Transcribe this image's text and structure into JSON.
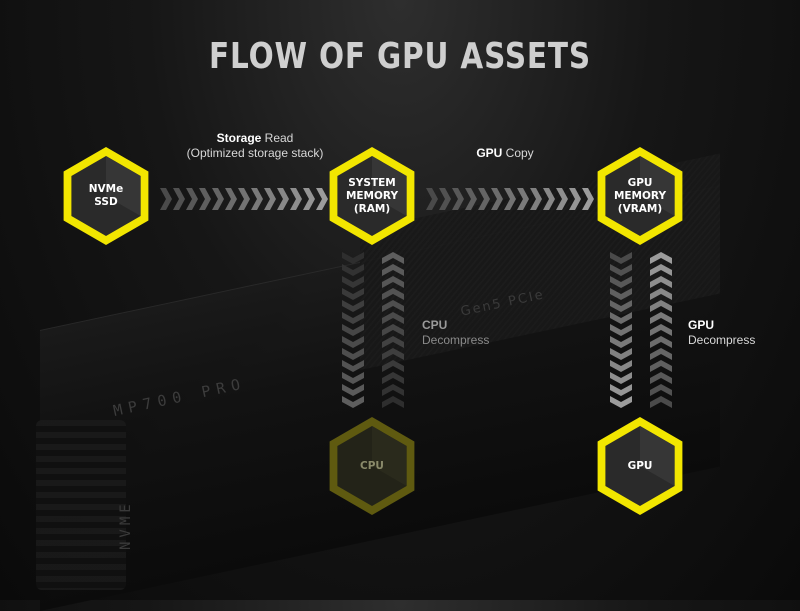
{
  "title": "FLOW OF GPU ASSETS",
  "background": {
    "brand_text": "MP700 PRO",
    "gen_text": "Gen5 PCIe",
    "interface_text": "NVME"
  },
  "colors": {
    "accent": "#f2e600",
    "dim_accent": "#5f5a10",
    "node_fill": "#2a2a2a",
    "chevron_light": "#9c9c9c",
    "chevron_dark": "#4a4a4a"
  },
  "nodes": [
    {
      "id": "nvme-ssd",
      "lines": [
        "NVMe",
        "SSD"
      ],
      "active": true
    },
    {
      "id": "system-memory",
      "lines": [
        "SYSTEM",
        "MEMORY",
        "(RAM)"
      ],
      "active": true
    },
    {
      "id": "gpu-memory",
      "lines": [
        "GPU",
        "MEMORY",
        "(VRAM)"
      ],
      "active": true
    },
    {
      "id": "cpu",
      "lines": [
        "CPU"
      ],
      "active": false
    },
    {
      "id": "gpu",
      "lines": [
        "GPU"
      ],
      "active": true
    }
  ],
  "flows": {
    "storage_read": {
      "bold": "Storage",
      "rest": " Read",
      "sub": "(Optimized storage stack)"
    },
    "gpu_copy": {
      "bold": "GPU",
      "rest": " Copy"
    },
    "cpu_decompress": {
      "line1": "CPU",
      "line2": "Decompress"
    },
    "gpu_decompress": {
      "line1": "GPU",
      "line2": "Decompress"
    }
  }
}
